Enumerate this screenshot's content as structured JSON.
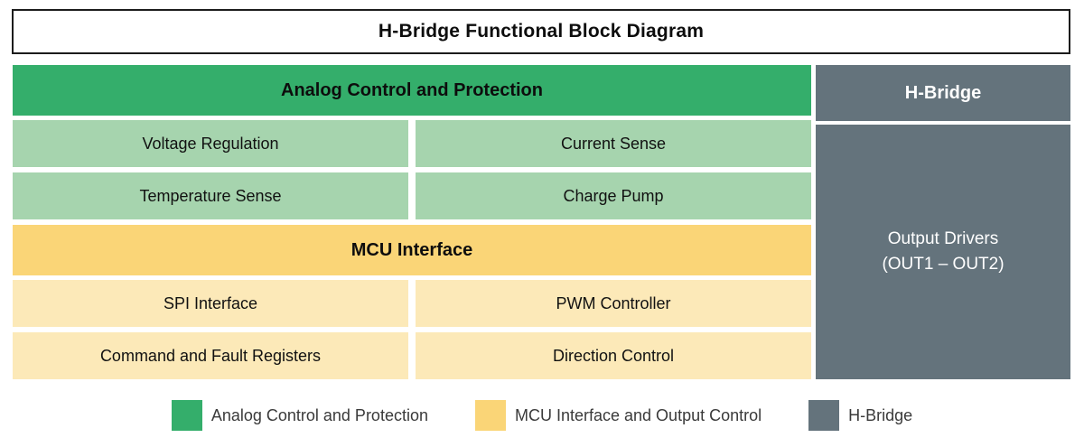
{
  "title": {
    "text": "H-Bridge Functional Block Diagram"
  },
  "colors": {
    "analog_header": "#34ae6b",
    "analog_block": "#a6d4ae",
    "mcu_header": "#fad577",
    "mcu_block": "#fce9b8",
    "hbridge": "#64737c",
    "title_border": "#1c1c1c",
    "page_background": "#ffffff"
  },
  "sections": {
    "analog": {
      "header": "Analog Control and Protection",
      "blocks": [
        "Voltage Regulation",
        "Current Sense",
        "Temperature Sense",
        "Charge Pump"
      ]
    },
    "mcu": {
      "header": "MCU Interface",
      "blocks": [
        "SPI Interface",
        "PWM Controller",
        "Command and Fault Registers",
        "Direction Control"
      ]
    },
    "hbridge": {
      "header": "H-Bridge",
      "body_line1": "Output Drivers",
      "body_line2": "(OUT1 – OUT2)"
    }
  },
  "legend": {
    "items": [
      {
        "label": "Analog Control and Protection",
        "color": "#34ae6b"
      },
      {
        "label": "MCU Interface and Output Control",
        "color": "#fad577"
      },
      {
        "label": "H-Bridge",
        "color": "#64737c"
      }
    ]
  }
}
